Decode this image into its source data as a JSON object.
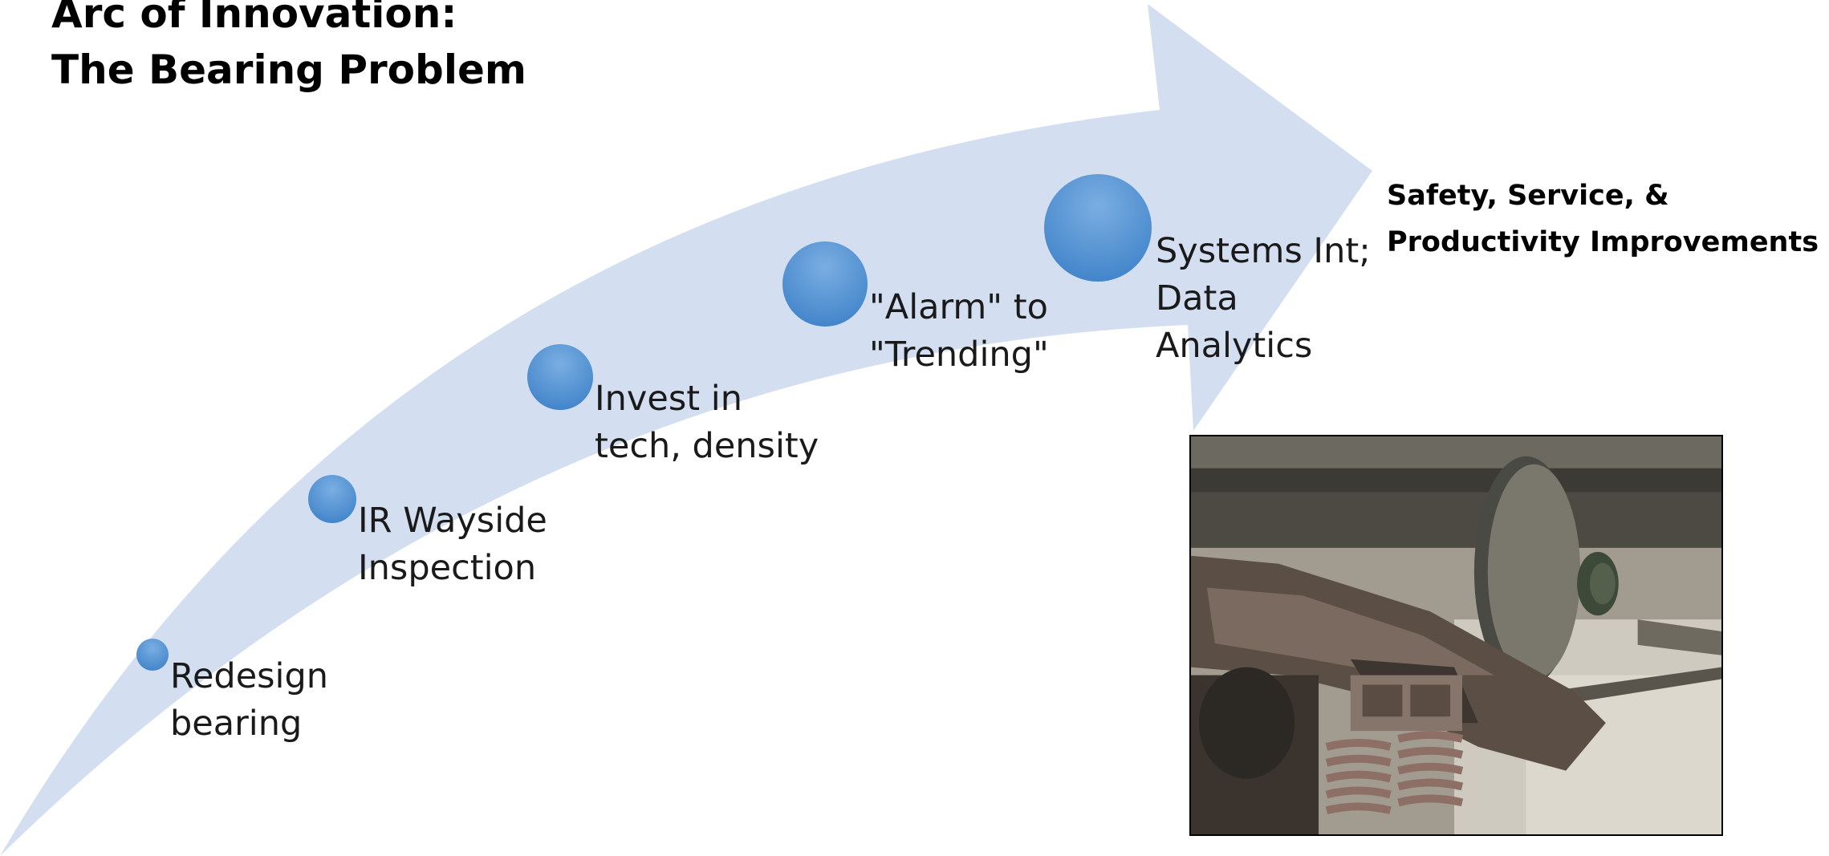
{
  "title": {
    "line1": "Arc of Innovation:",
    "line2": "The Bearing Problem"
  },
  "milestones": [
    {
      "line1": "Redesign",
      "line2": "bearing",
      "line3": ""
    },
    {
      "line1": "IR Wayside",
      "line2": "Inspection",
      "line3": ""
    },
    {
      "line1": "Invest in",
      "line2": "tech, density",
      "line3": ""
    },
    {
      "line1": "\"Alarm\" to",
      "line2": "\"Trending\"",
      "line3": ""
    },
    {
      "line1": "Systems Int;",
      "line2": "Data",
      "line3": "Analytics"
    }
  ],
  "outcome": {
    "line1": "Safety, Service, &",
    "line2": "Productivity Improvements"
  },
  "colors": {
    "arrow_fill": "#d3dff0",
    "circle_light": "#7aaee2",
    "circle_dark": "#3f82c9"
  },
  "photo": {
    "subject": "railcar-truck-photo"
  }
}
